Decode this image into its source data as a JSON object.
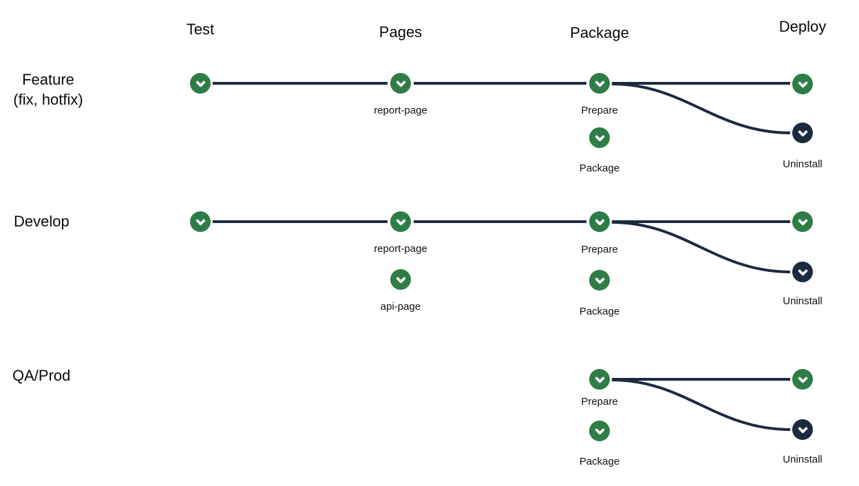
{
  "colors": {
    "background": "#FFFFFF",
    "success": "#2E7D46",
    "dark": "#1B2A3F",
    "line": "#1B2A3F",
    "text": "#0A0A0A"
  },
  "stages": [
    {
      "label": "Test"
    },
    {
      "label": "Pages"
    },
    {
      "label": "Package"
    },
    {
      "label": "Deploy"
    }
  ],
  "rows": [
    {
      "label": "Feature",
      "label_line2": "(fix, hotfix)",
      "jobs": {
        "test": {
          "status": "success",
          "label": ""
        },
        "pages": {
          "status": "success",
          "label": "report-page"
        },
        "prepare": {
          "status": "success",
          "label": "Prepare"
        },
        "package": {
          "status": "success",
          "label": "Package"
        },
        "deploy": {
          "status": "success",
          "label": ""
        },
        "uninstall": {
          "status": "dark",
          "label": "Uninstall"
        }
      }
    },
    {
      "label": "Develop",
      "label_line2": "",
      "jobs": {
        "test": {
          "status": "success",
          "label": ""
        },
        "pages": {
          "status": "success",
          "label": "report-page"
        },
        "pages_api": {
          "status": "success",
          "label": "api-page"
        },
        "prepare": {
          "status": "success",
          "label": "Prepare"
        },
        "package": {
          "status": "success",
          "label": "Package"
        },
        "deploy": {
          "status": "success",
          "label": ""
        },
        "uninstall": {
          "status": "dark",
          "label": "Uninstall"
        }
      }
    },
    {
      "label": "QA/Prod",
      "label_line2": "",
      "jobs": {
        "prepare": {
          "status": "success",
          "label": "Prepare"
        },
        "package": {
          "status": "success",
          "label": "Package"
        },
        "deploy": {
          "status": "success",
          "label": ""
        },
        "uninstall": {
          "status": "dark",
          "label": "Uninstall"
        }
      }
    }
  ],
  "icons": {
    "node_glyph": "chevron-down"
  }
}
